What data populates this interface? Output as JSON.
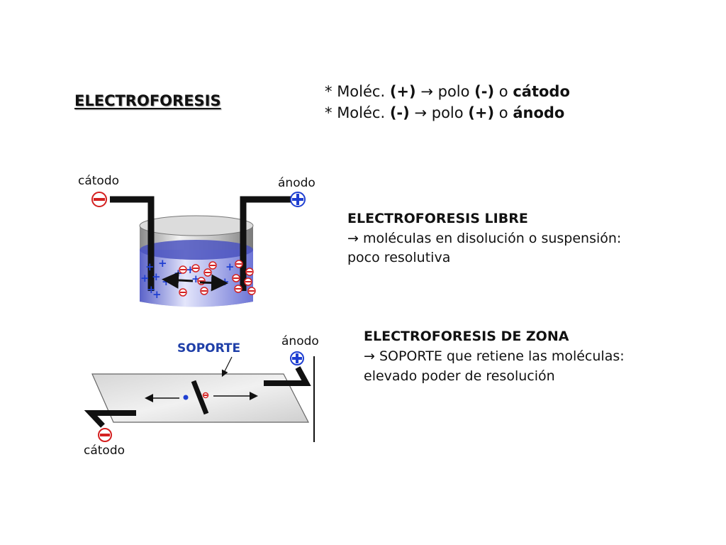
{
  "title": "ELECTROFORESIS",
  "rules": [
    {
      "star": "*",
      "mol": "Moléc.",
      "charge": "(+)",
      "arrow": "→",
      "polo": "polo",
      "pole_sign": "(-)",
      "o": "o",
      "pole_name": "cátodo"
    },
    {
      "star": "*",
      "mol": "Moléc.",
      "charge": "(-)",
      "arrow": "→",
      "polo": "polo",
      "pole_sign": "(+)",
      "o": "o",
      "pole_name": "ánodo"
    }
  ],
  "libre": {
    "title": "ELECTROFORESIS LIBRE",
    "line1": "→ moléculas en disolución o suspensión:",
    "line2": "poco resolutiva",
    "cathode_label": "cátodo",
    "anode_label": "ánodo"
  },
  "zona": {
    "title": "ELECTROFORESIS DE ZONA",
    "line1": "→ SOPORTE que retiene las moléculas:",
    "line2": "elevado poder de resolución",
    "support_label": "SOPORTE",
    "anode_label": "ánodo",
    "cathode_label": "cátodo"
  },
  "colors": {
    "positive": "#1f3fd1",
    "negative": "#d42020",
    "electrode": "#111111",
    "liquid": "#6c74d6"
  }
}
